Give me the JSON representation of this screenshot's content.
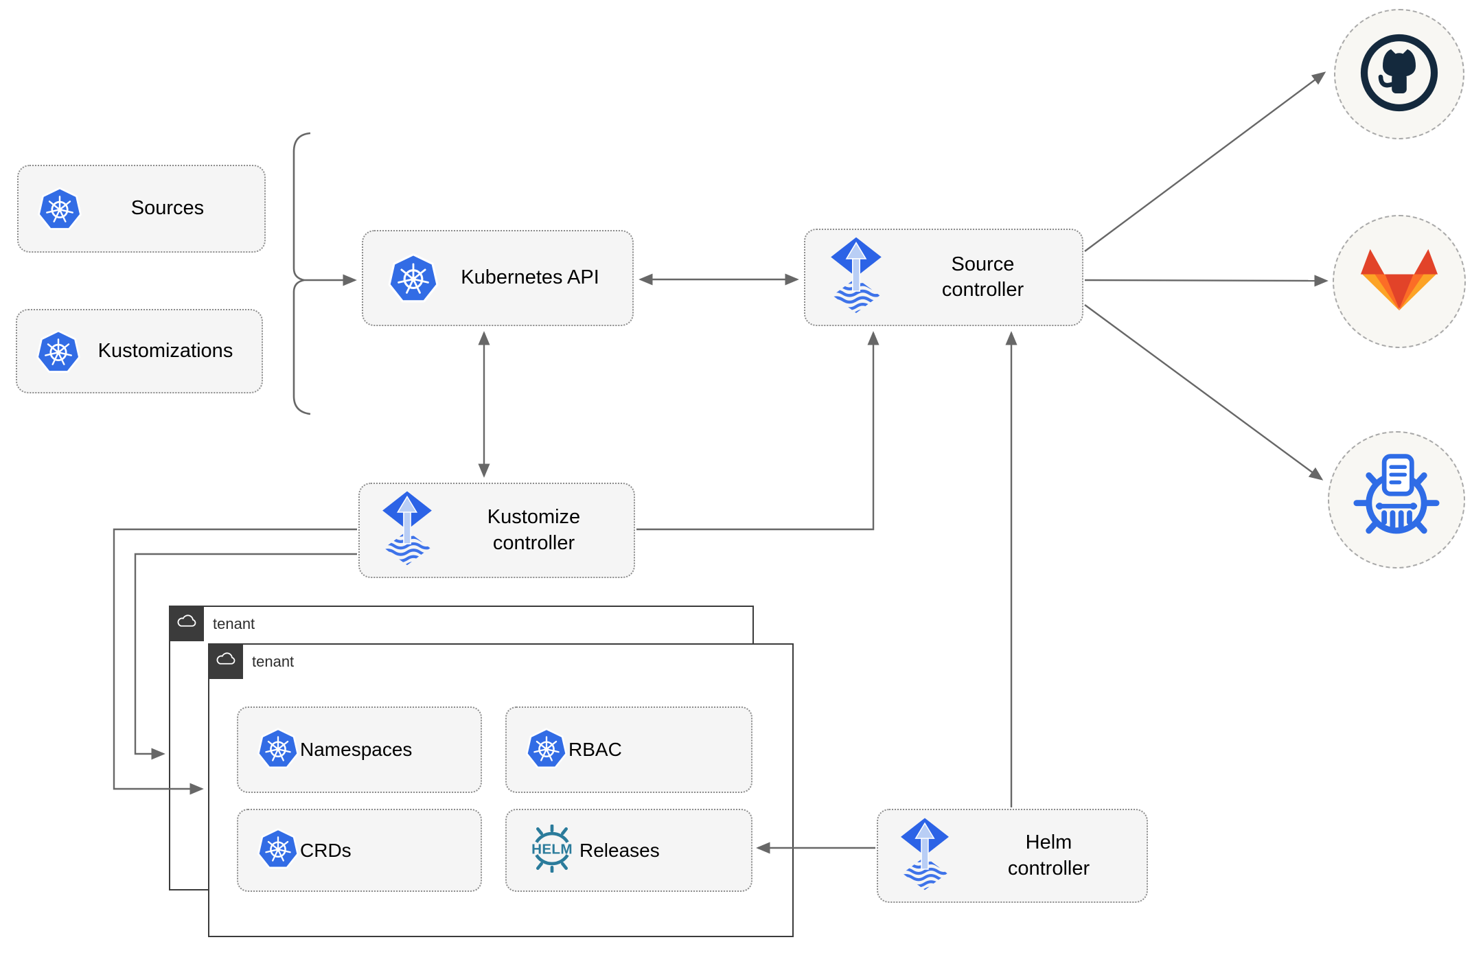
{
  "diagram": {
    "nodes": {
      "sources": {
        "label": "Sources",
        "icon": "kubernetes-icon"
      },
      "kustomizations": {
        "label": "Kustomizations",
        "icon": "kubernetes-icon"
      },
      "kubernetes_api": {
        "label": "Kubernetes API",
        "icon": "kubernetes-icon"
      },
      "source_controller": {
        "label": "Source controller",
        "icon": "flux-icon"
      },
      "kustomize_controller": {
        "label": "Kustomize controller",
        "icon": "flux-icon"
      },
      "helm_controller": {
        "label": "Helm controller",
        "icon": "flux-icon"
      },
      "tenant_back": {
        "label": "tenant",
        "icon": "cloud-icon"
      },
      "tenant_front": {
        "label": "tenant",
        "icon": "cloud-icon"
      },
      "namespaces": {
        "label": "Namespaces",
        "icon": "kubernetes-icon"
      },
      "rbac": {
        "label": "RBAC",
        "icon": "kubernetes-icon"
      },
      "crds": {
        "label": "CRDs",
        "icon": "kubernetes-icon"
      },
      "releases": {
        "label": "Releases",
        "icon": "helm-icon",
        "icon_text": "HELM"
      }
    },
    "external_endpoints": [
      {
        "name": "github",
        "icon": "github-icon"
      },
      {
        "name": "gitlab",
        "icon": "gitlab-icon"
      },
      {
        "name": "chartmuseum",
        "icon": "chartmuseum-icon"
      }
    ],
    "edges": [
      {
        "from": "sources+kustomizations",
        "to": "kubernetes_api",
        "style": "arrow-with-bracket"
      },
      {
        "from": "kubernetes_api",
        "to": "source_controller",
        "style": "double-arrow"
      },
      {
        "from": "kubernetes_api",
        "to": "kustomize_controller",
        "style": "double-arrow"
      },
      {
        "from": "kustomize_controller",
        "to": "source_controller",
        "style": "arrow"
      },
      {
        "from": "helm_controller",
        "to": "source_controller",
        "style": "arrow"
      },
      {
        "from": "helm_controller",
        "to": "releases",
        "style": "arrow"
      },
      {
        "from": "kustomize_controller",
        "to": "tenant_front",
        "style": "arrow"
      },
      {
        "from": "kustomize_controller",
        "to": "tenant_back",
        "style": "arrow"
      },
      {
        "from": "source_controller",
        "to": "github",
        "style": "arrow"
      },
      {
        "from": "source_controller",
        "to": "gitlab",
        "style": "arrow"
      },
      {
        "from": "source_controller",
        "to": "chartmuseum",
        "style": "arrow"
      }
    ],
    "colors": {
      "kubernetes_blue": "#326CE5",
      "flux_blue": "#2C63E6",
      "flux_light": "#B9CEF5",
      "helm_teal": "#2A7B9B",
      "chartmuseum_blue": "#2F6CE6",
      "github_dark": "#14293D",
      "gitlab_red": "#E24329",
      "gitlab_orange": "#FC6D26",
      "gitlab_amber": "#FCA326",
      "node_fill": "#F5F5F5",
      "connector_gray": "#676767",
      "tenant_header_dark": "#3B3B3B"
    }
  }
}
